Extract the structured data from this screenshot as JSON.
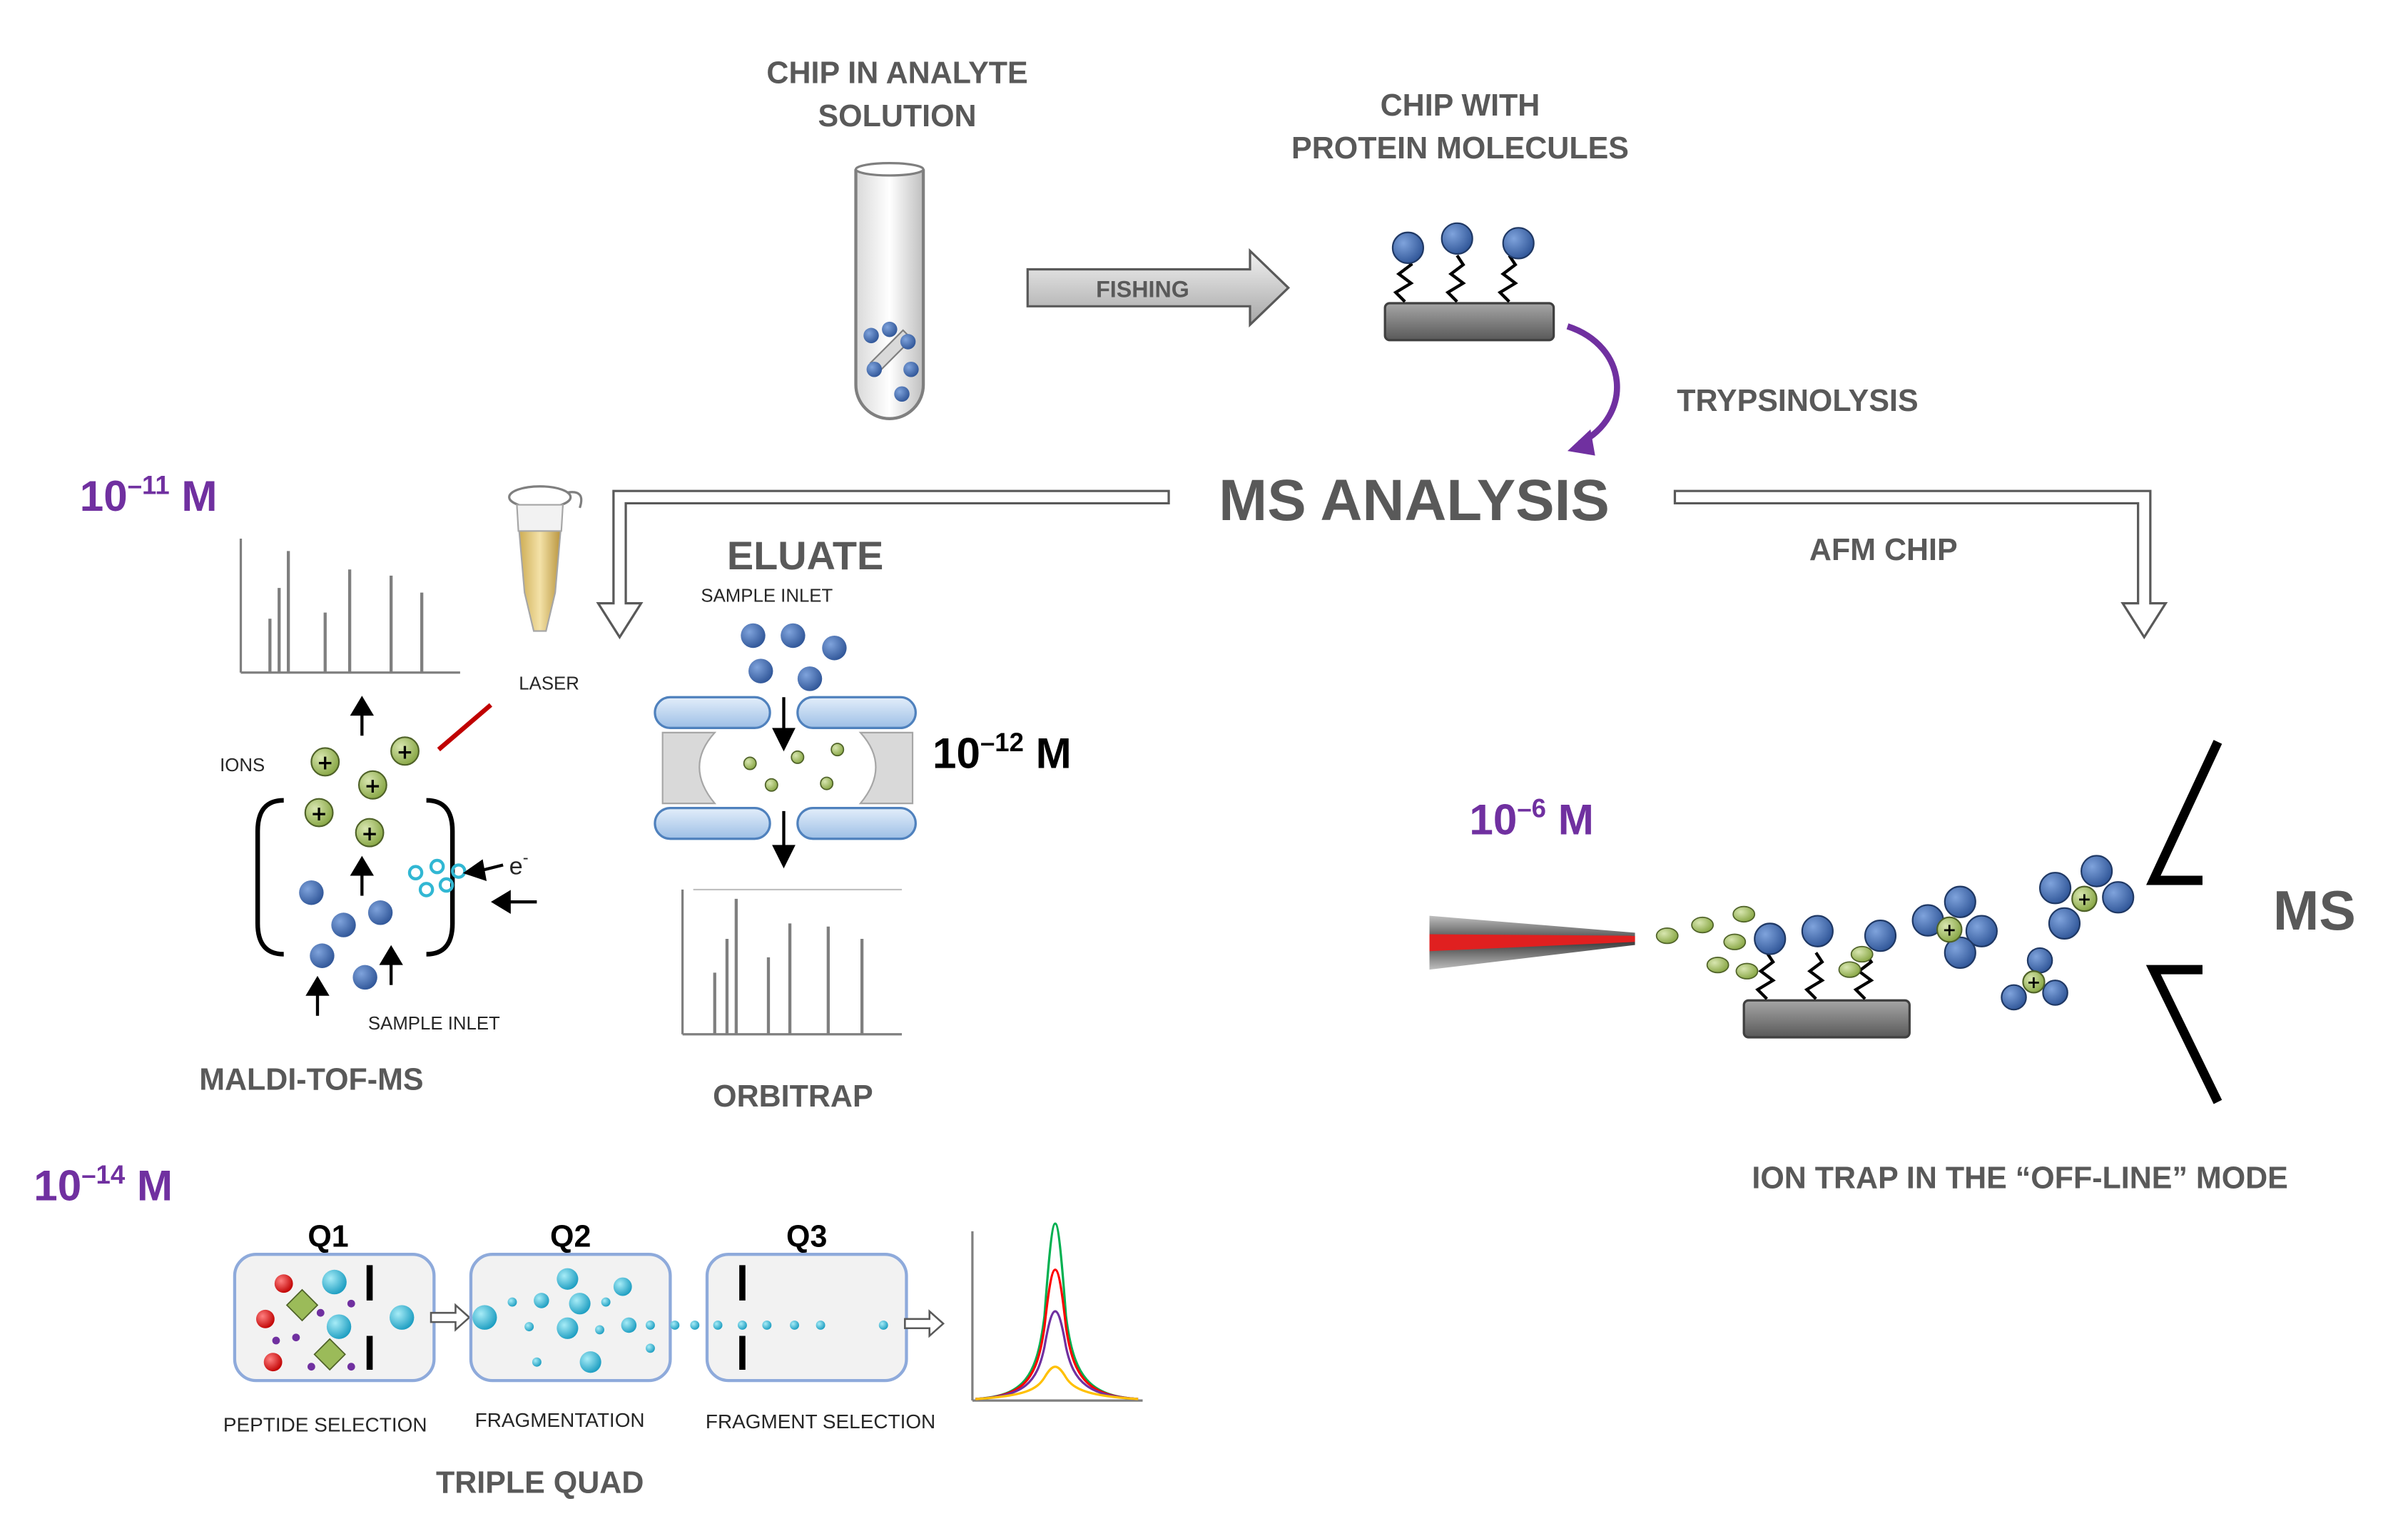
{
  "labels": {
    "chip_in_analyte_line1": "CHIP IN ANALYTE",
    "chip_in_analyte_line2": "SOLUTION",
    "chip_with_line1": "CHIP WITH",
    "chip_with_line2": "PROTEIN MOLECULES",
    "fishing": "FISHING",
    "trypsinolysis": "TRYPSINOLYSIS",
    "ms_analysis": "MS ANALYSIS",
    "afm_chip": "AFM CHIP",
    "eluate": "ELUATE",
    "laser": "LASER",
    "ions": "IONS",
    "sample_inlet_maldi": "SAMPLE INLET",
    "sample_inlet_orbitrap": "SAMPLE INLET",
    "electron": "e",
    "electron_sup": "-",
    "maldi": "MALDI-TOF-MS",
    "orbitrap": "ORBITRAP",
    "ms": "MS",
    "ion_trap": "ION TRAP IN THE “OFF-LINE” MODE",
    "q1": "Q1",
    "q2": "Q2",
    "q3": "Q3",
    "peptide_selection": "PEPTIDE SELECTION",
    "fragmentation": "FRAGMENTATION",
    "fragment_selection": "FRAGMENT SELECTION",
    "triple_quad": "TRIPLE QUAD"
  },
  "concentrations": {
    "maldi": {
      "base": "10",
      "exp": "–11",
      "unit": " M"
    },
    "orbitrap": {
      "base": "10",
      "exp": "–12",
      "unit": " M"
    },
    "ion_trap": {
      "base": "10",
      "exp": "–6",
      "unit": " M"
    },
    "triple_quad": {
      "base": "10",
      "exp": "–14",
      "unit": " M"
    }
  },
  "colors": {
    "accent_purple": "#7030a0",
    "protein_blue": "#3d6cb3",
    "ion_green": "#9bbb59",
    "arrow_grey": "#bfbfbf",
    "chip_grey": "#7f7f7f",
    "orbitrap_blue": "#c5d9f1",
    "quad_cyan": "#31b7d3"
  }
}
